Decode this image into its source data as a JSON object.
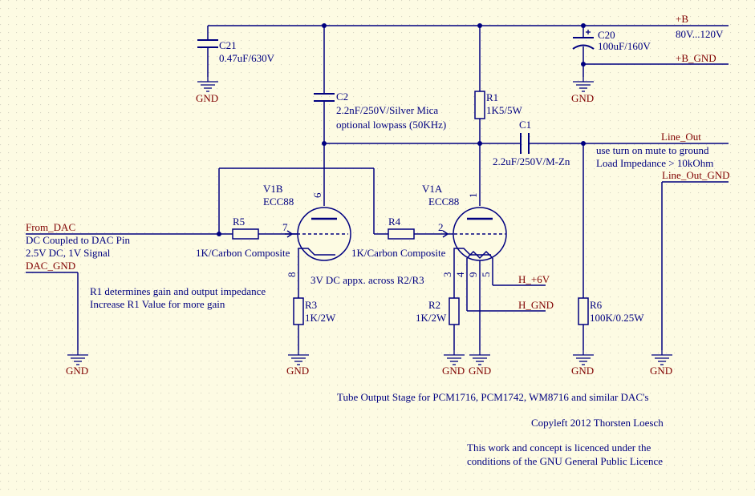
{
  "colors": {
    "background": "#fdfbe3",
    "wire": "#000080",
    "net_label": "#800000",
    "grid": "#d8d6c4"
  },
  "nets": {
    "plus_b": "+B",
    "plus_b_range": "80V...120V",
    "plus_b_gnd": "+B_GND",
    "line_out": "Line_Out",
    "line_out_note1": "use turn on mute to ground",
    "line_out_note2": "Load Impedance > 10kOhm",
    "line_out_gnd": "Line_Out_GND",
    "from_dac": "From_DAC",
    "from_dac_note1": "DC Coupled to DAC Pin",
    "from_dac_note2": "2.5V DC, 1V Signal",
    "dac_gnd": "DAC_GND",
    "h_plus": "H_+6V",
    "h_gnd": "H_GND",
    "gnd": "GND"
  },
  "components": {
    "c21_ref": "C21",
    "c21_val": "0.47uF/630V",
    "c2_ref": "C2",
    "c2_val": "2.2nF/250V/Silver Mica",
    "c2_note": "optional lowpass (50KHz)",
    "c20_ref": "C20",
    "c20_val": "100uF/160V",
    "r1_ref": "R1",
    "r1_val": "1K5/5W",
    "c1_ref": "C1",
    "c1_val": "2.2uF/250V/M-Zn",
    "v1b_ref": "V1B",
    "v1b_type": "ECC88",
    "v1a_ref": "V1A",
    "v1a_type": "ECC88",
    "r5_ref": "R5",
    "r5_val": "1K/Carbon Composite",
    "r4_ref": "R4",
    "r4_val": "1K/Carbon Composite",
    "r3_ref": "R3",
    "r3_val": "1K/2W",
    "r2_ref": "R2",
    "r2_val": "1K/2W",
    "r6_ref": "R6",
    "r6_val": "100K/0.25W"
  },
  "pins": {
    "v1b_anode": "6",
    "v1b_grid": "7",
    "v1b_cathode": "8",
    "v1a_anode": "1",
    "v1a_grid": "2",
    "v1a_cathode": "3",
    "v1a_heater_a": "4",
    "v1a_heater_b": "9",
    "v1a_heater_c": "5"
  },
  "notes": {
    "bias": "3V DC appx. across R2/R3",
    "gain1": "R1 determines gain and output impedance",
    "gain2": "Increase R1 Value for more gain",
    "title": "Tube Output Stage for PCM1716, PCM1742, WM8716 and similar DAC's",
    "copyleft": "Copyleft 2012 Thorsten Loesch",
    "licence1": "This work and concept is licenced under the",
    "licence2": "conditions of the GNU General Public Licence"
  }
}
